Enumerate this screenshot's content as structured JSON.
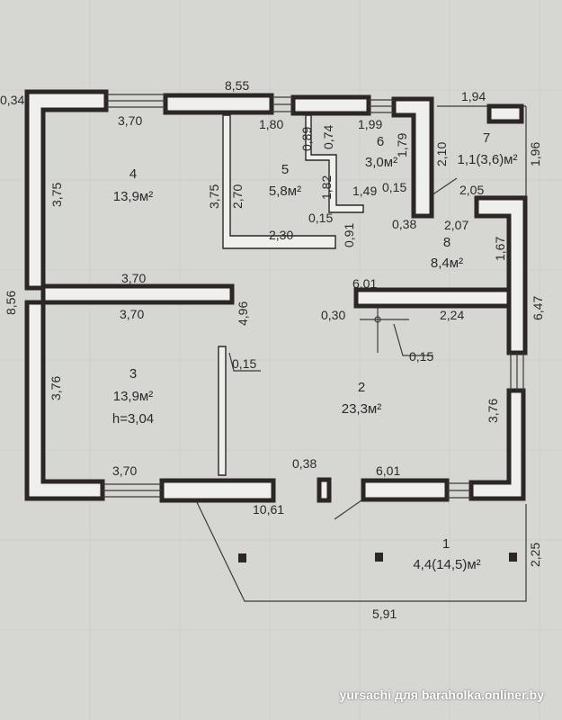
{
  "colors": {
    "paper": "#d6d6d3",
    "wall": "#2c2626",
    "wall_fill": "#efefed",
    "line": "#3a3a3a",
    "text": "#2a2a2a"
  },
  "rooms": {
    "r1": {
      "number": "1",
      "area": "4,4(14,5)м²"
    },
    "r2": {
      "number": "2",
      "area": "23,3м²"
    },
    "r3": {
      "number": "3",
      "area": "13,9м²",
      "height": "h=3,04"
    },
    "r4": {
      "number": "4",
      "area": "13,9м²"
    },
    "r5": {
      "number": "5",
      "area": "5,8м²"
    },
    "r6": {
      "number": "6",
      "area": "3,0м²"
    },
    "r7": {
      "number": "7",
      "area": "1,1(3,6)м²"
    },
    "r8": {
      "number": "8",
      "area": "8,4м²"
    }
  },
  "dims": {
    "d_8_55": "8,55",
    "d_0_34": "0,34",
    "d_1_94": "1,94",
    "d_1_96": "1,96",
    "d_3_70_top": "3,70",
    "d_1_80": "1,80",
    "d_0_89": "0,89",
    "d_0_74": "0,74",
    "d_1_99": "1,99",
    "d_1_79": "1,79",
    "d_2_10": "2,10",
    "d_3_75_a": "3,75",
    "d_3_75_b": "3,75",
    "d_2_70": "2,70",
    "d_1_82": "1,82",
    "d_1_49": "1,49",
    "d_0_15_a": "0,15",
    "d_0_15_b": "0,15",
    "d_0_38_a": "0,38",
    "d_2_05": "2,05",
    "d_2_07": "2,07",
    "d_1_67": "1,67",
    "d_0_91": "0,91",
    "d_2_30": "2,30",
    "d_8_56": "8,56",
    "d_3_70_mid1": "3,70",
    "d_3_70_mid2": "3,70",
    "d_4_96": "4,96",
    "d_6_01_a": "6,01",
    "d_0_30": "0,30",
    "d_2_24": "2,24",
    "d_6_47": "6,47",
    "d_0_15_c": "0,15",
    "d_0_15_d": "0,15",
    "d_3_76_a": "3,76",
    "d_3_76_b": "3,76",
    "d_3_70_bot": "3,70",
    "d_0_38_b": "0,38",
    "d_6_01_b": "6,01",
    "d_10_61": "10,61",
    "d_2_25": "2,25",
    "d_5_91": "5,91"
  },
  "watermark": "yursachi для baraholka.onliner.by"
}
